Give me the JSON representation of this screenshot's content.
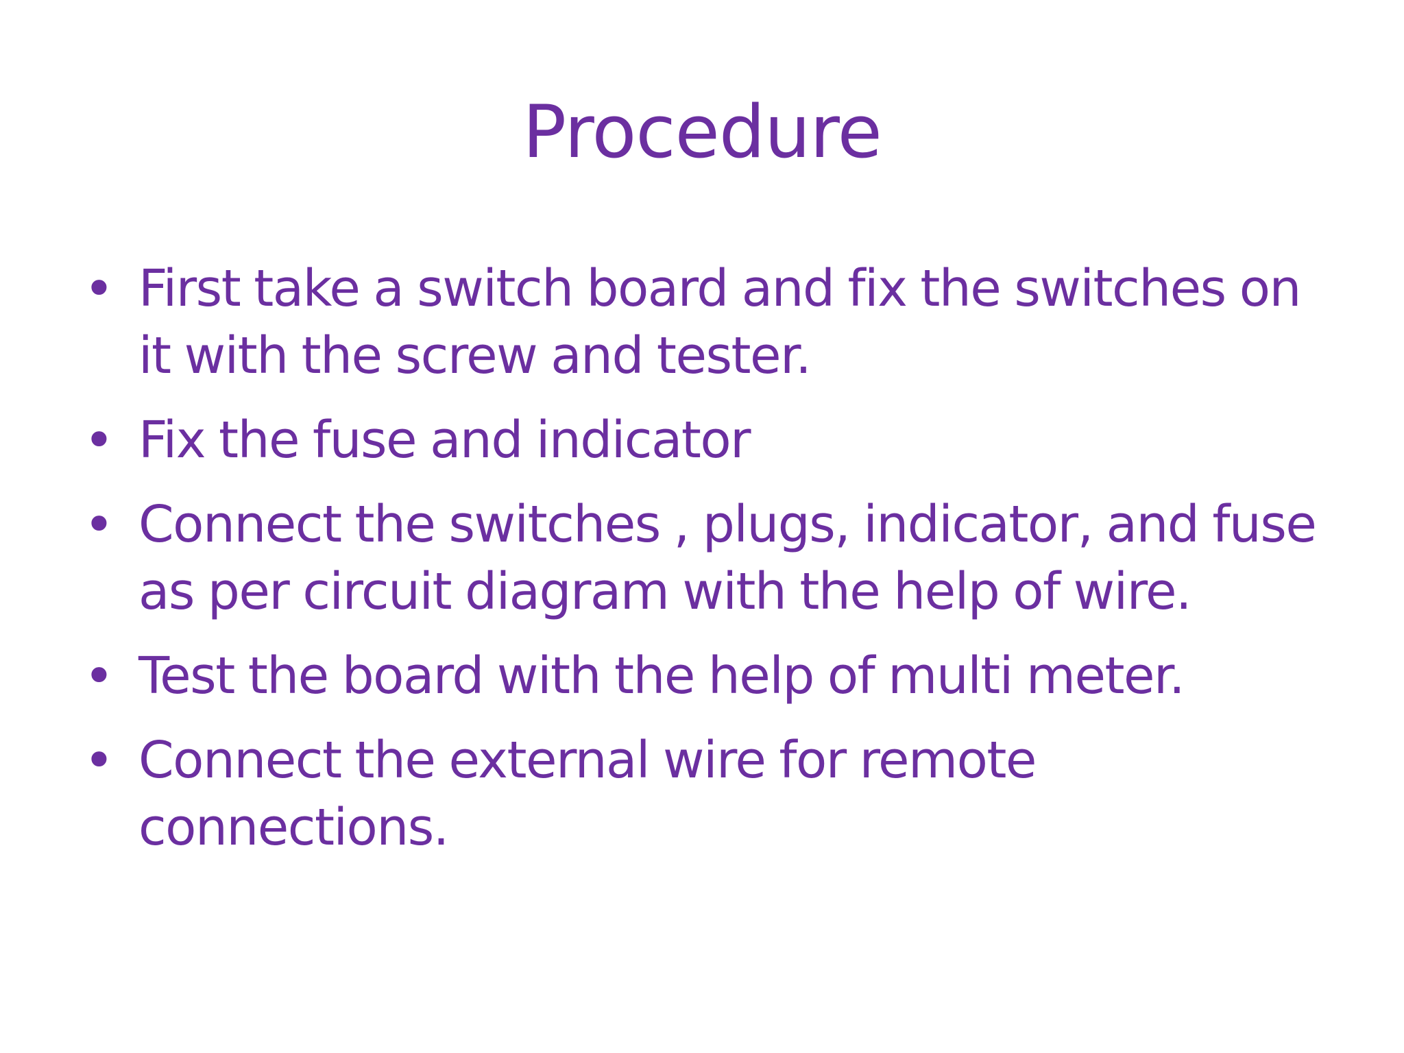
{
  "slide": {
    "title": "Procedure",
    "bullet_symbol": "•",
    "bullets": [
      "First take a switch board and fix the switches on it with the screw and tester.",
      "Fix the fuse and indicator",
      "Connect the switches , plugs, indicator, and fuse as per circuit diagram with the help of wire.",
      "Test the board with the help of multi meter.",
      "Connect the external wire for remote connections."
    ],
    "colors": {
      "text": "#6B2FA0",
      "background": "#FFFFFF"
    }
  }
}
